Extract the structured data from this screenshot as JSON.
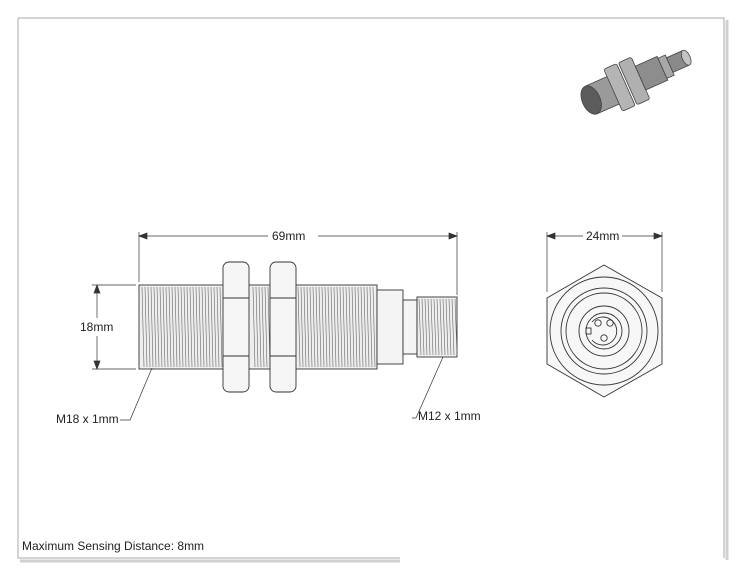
{
  "drawing": {
    "overall_length": "69mm",
    "body_diameter": "18mm",
    "nut_width": "24mm",
    "thread_main": "M18 x 1mm",
    "thread_connector": "M12 x 1mm",
    "sensing_note": "Maximum Sensing Distance: 8mm"
  },
  "colors": {
    "line": "#333333",
    "frame": "#999999",
    "shade": "#e6e6e6",
    "iso_body": "#8a8a8a"
  }
}
